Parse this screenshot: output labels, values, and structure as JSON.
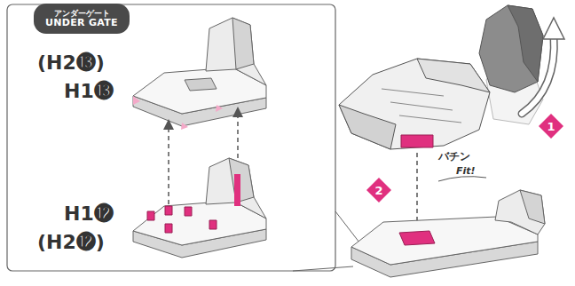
{
  "diagram": {
    "nodes": [
      {
        "text": [
          "アンダーゲート",
          "UNDER GATE"
        ]
      },
      {
        "text": [
          "1"
        ]
      },
      {
        "text": [
          "2"
        ]
      }
    ],
    "labels": [
      "(H2⓭)",
      "H1⓭",
      "H1⓬",
      "(H2⓬)",
      "バチン",
      "Fit!"
    ]
  }
}
